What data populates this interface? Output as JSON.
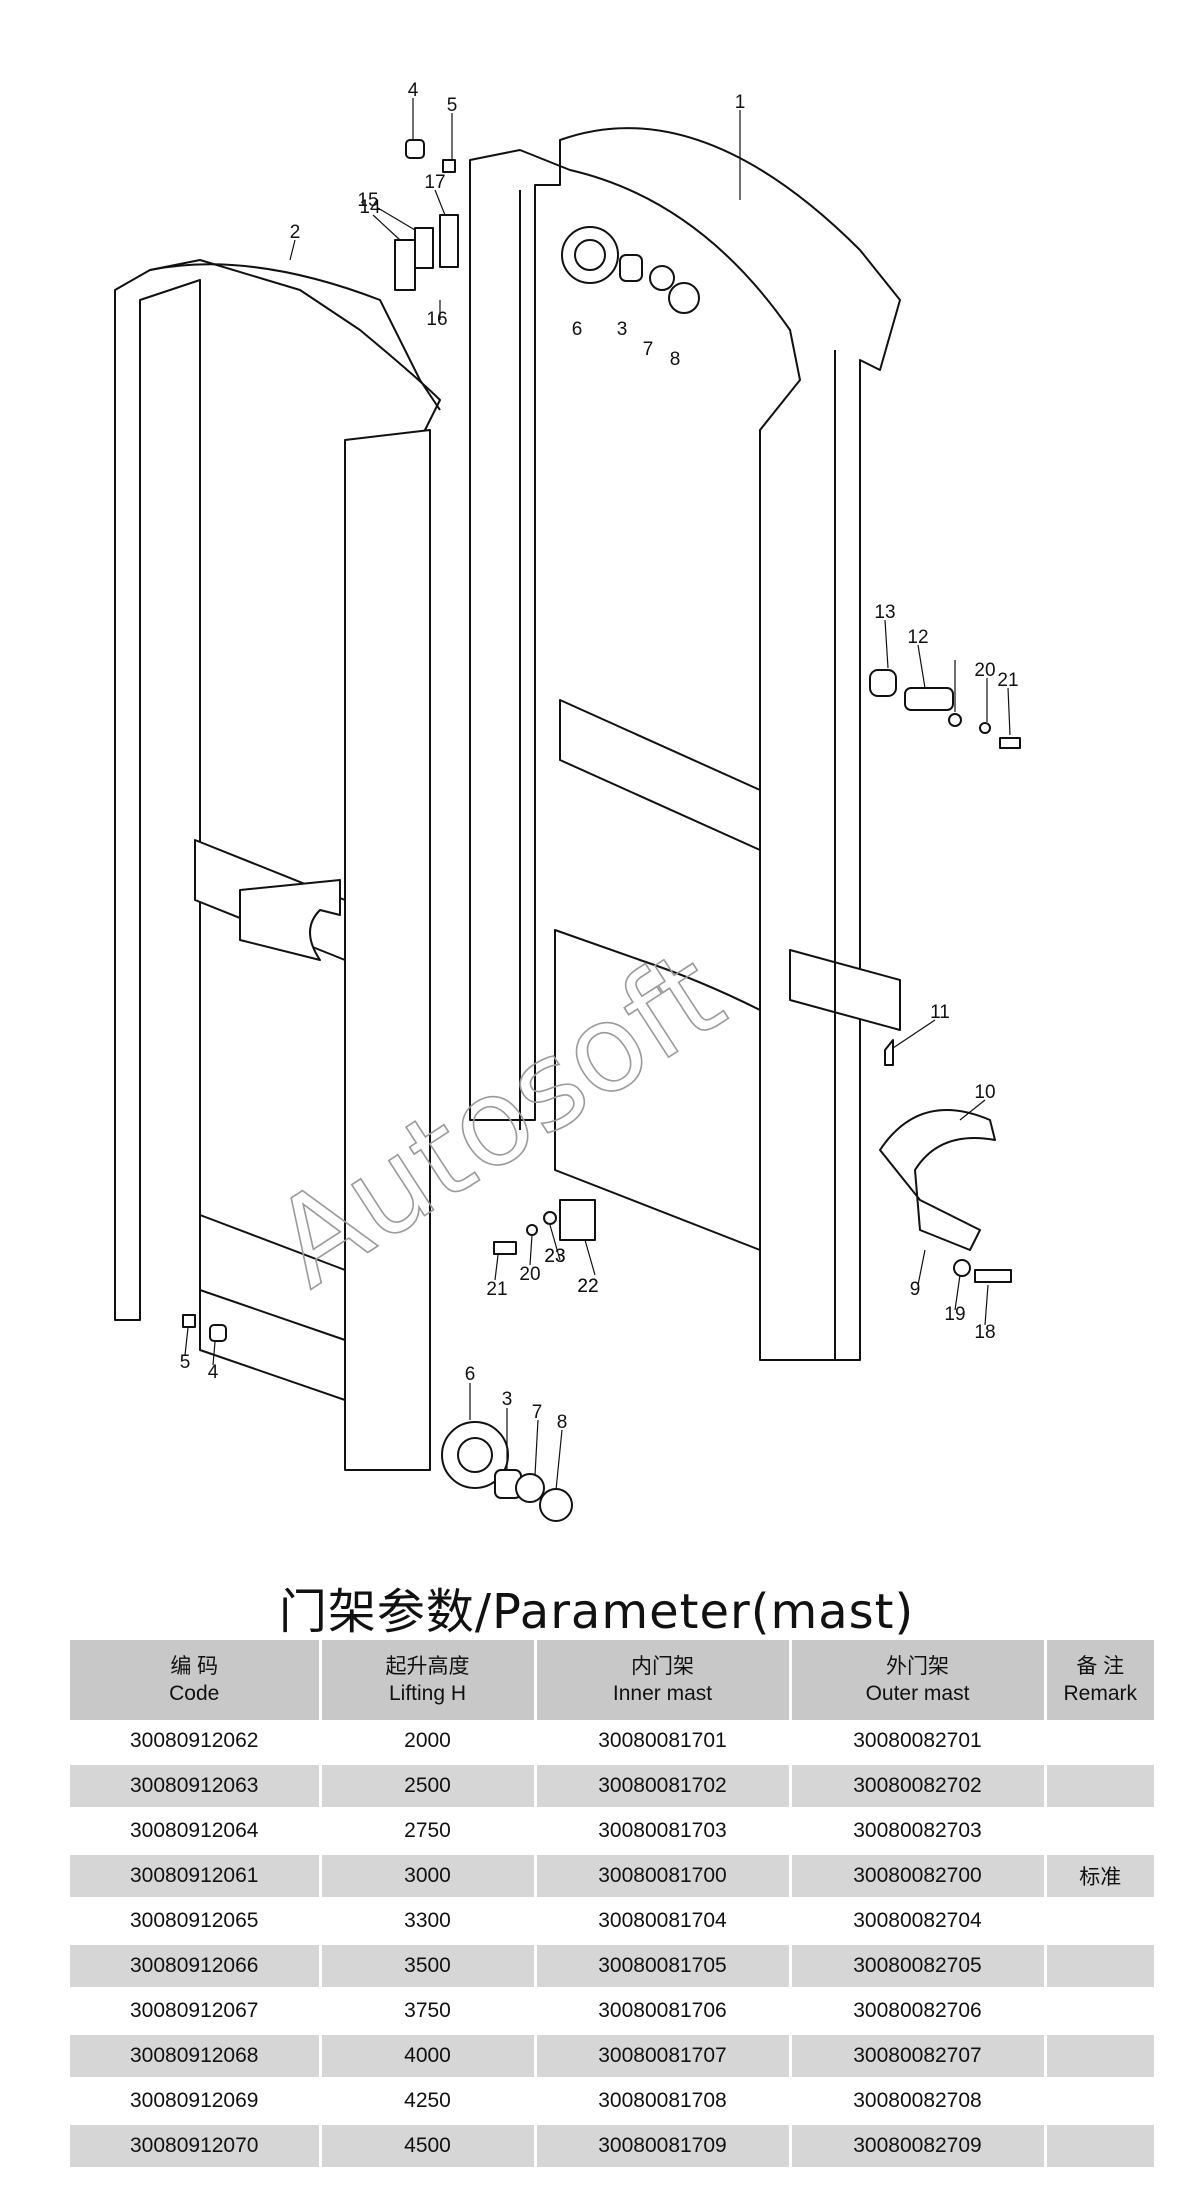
{
  "diagram": {
    "callouts": [
      {
        "label": "1"
      },
      {
        "label": "2"
      },
      {
        "label": "3"
      },
      {
        "label": "4"
      },
      {
        "label": "5"
      },
      {
        "label": "6"
      },
      {
        "label": "7"
      },
      {
        "label": "8"
      },
      {
        "label": "9"
      },
      {
        "label": "10"
      },
      {
        "label": "11"
      },
      {
        "label": "12"
      },
      {
        "label": "13"
      },
      {
        "label": "14"
      },
      {
        "label": "15"
      },
      {
        "label": "16"
      },
      {
        "label": "17"
      },
      {
        "label": "18"
      },
      {
        "label": "19"
      },
      {
        "label": "20"
      },
      {
        "label": "21"
      },
      {
        "label": "22"
      },
      {
        "label": "23"
      },
      {
        "label": "4"
      },
      {
        "label": "5"
      },
      {
        "label": "3"
      },
      {
        "label": "6"
      },
      {
        "label": "7"
      },
      {
        "label": "8"
      },
      {
        "label": "20"
      },
      {
        "label": "21"
      },
      {
        "label": "22"
      },
      {
        "label": "23"
      }
    ],
    "watermark": "Autosoft"
  },
  "title": "门架参数/Parameter(mast)",
  "table": {
    "headers": [
      {
        "cn": "编    码",
        "en": "Code"
      },
      {
        "cn": "起升高度",
        "en": "Lifting H"
      },
      {
        "cn": "内门架",
        "en": "Inner mast"
      },
      {
        "cn": "外门架",
        "en": "Outer mast"
      },
      {
        "cn": "备    注",
        "en": "Remark"
      }
    ],
    "rows": [
      [
        "30080912062",
        "2000",
        "30080081701",
        "30080082701",
        ""
      ],
      [
        "30080912063",
        "2500",
        "30080081702",
        "30080082702",
        ""
      ],
      [
        "30080912064",
        "2750",
        "30080081703",
        "30080082703",
        ""
      ],
      [
        "30080912061",
        "3000",
        "30080081700",
        "30080082700",
        "标准"
      ],
      [
        "30080912065",
        "3300",
        "30080081704",
        "30080082704",
        ""
      ],
      [
        "30080912066",
        "3500",
        "30080081705",
        "30080082705",
        ""
      ],
      [
        "30080912067",
        "3750",
        "30080081706",
        "30080082706",
        ""
      ],
      [
        "30080912068",
        "4000",
        "30080081707",
        "30080082707",
        ""
      ],
      [
        "30080912069",
        "4250",
        "30080081708",
        "30080082708",
        ""
      ],
      [
        "30080912070",
        "4500",
        "30080081709",
        "30080082709",
        ""
      ]
    ]
  }
}
